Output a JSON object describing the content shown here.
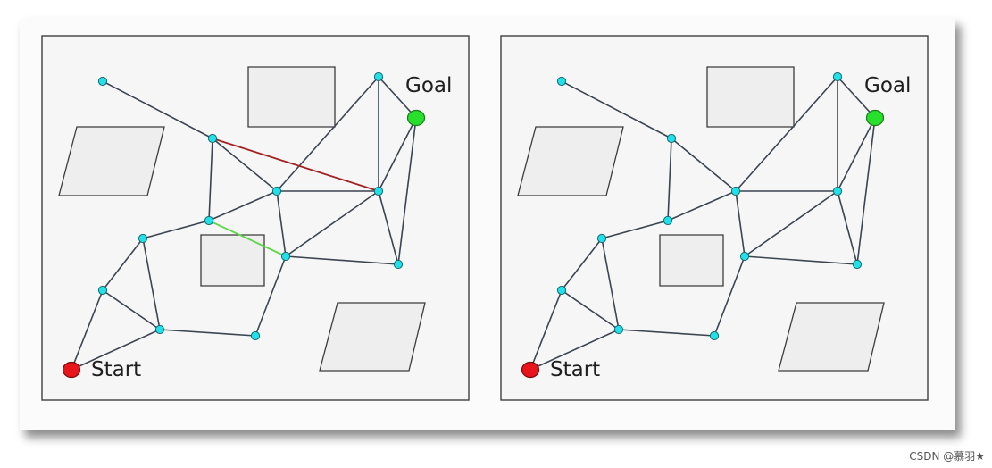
{
  "panels": [
    {
      "id": "left",
      "start_label": "Start",
      "goal_label": "Goal",
      "nodes": [
        {
          "id": "p1",
          "type": "node"
        },
        {
          "id": "q",
          "type": "node"
        },
        {
          "id": "e",
          "type": "node"
        },
        {
          "id": "f",
          "type": "node"
        },
        {
          "id": "n",
          "type": "node"
        },
        {
          "id": "k",
          "type": "node"
        },
        {
          "id": "r",
          "type": "node"
        },
        {
          "id": "s",
          "type": "node"
        },
        {
          "id": "a",
          "type": "node"
        },
        {
          "id": "b",
          "type": "node"
        },
        {
          "id": "c",
          "type": "node"
        },
        {
          "id": "d",
          "type": "node"
        },
        {
          "id": "start",
          "type": "start"
        },
        {
          "id": "goal",
          "type": "goal"
        }
      ],
      "edges": [
        [
          "p1",
          "q"
        ],
        [
          "q",
          "e"
        ],
        [
          "q",
          "f"
        ],
        [
          "e",
          "f"
        ],
        [
          "e",
          "a"
        ],
        [
          "f",
          "n"
        ],
        [
          "f",
          "k"
        ],
        [
          "f",
          "r"
        ],
        [
          "n",
          "k"
        ],
        [
          "n",
          "goal"
        ],
        [
          "k",
          "goal"
        ],
        [
          "k",
          "r"
        ],
        [
          "k",
          "s"
        ],
        [
          "r",
          "s"
        ],
        [
          "s",
          "goal"
        ],
        [
          "r",
          "d"
        ],
        [
          "a",
          "b"
        ],
        [
          "a",
          "c"
        ],
        [
          "b",
          "c"
        ],
        [
          "b",
          "start"
        ],
        [
          "c",
          "start"
        ],
        [
          "c",
          "d"
        ]
      ],
      "highlight_red": [
        "q",
        "k"
      ],
      "highlight_green": [
        "e",
        "r"
      ]
    },
    {
      "id": "right",
      "start_label": "Start",
      "goal_label": "Goal",
      "nodes": [
        {
          "id": "p1",
          "type": "node"
        },
        {
          "id": "q",
          "type": "node"
        },
        {
          "id": "e",
          "type": "node"
        },
        {
          "id": "f",
          "type": "node"
        },
        {
          "id": "n",
          "type": "node"
        },
        {
          "id": "k",
          "type": "node"
        },
        {
          "id": "r",
          "type": "node"
        },
        {
          "id": "s",
          "type": "node"
        },
        {
          "id": "a",
          "type": "node"
        },
        {
          "id": "b",
          "type": "node"
        },
        {
          "id": "c",
          "type": "node"
        },
        {
          "id": "d",
          "type": "node"
        },
        {
          "id": "start",
          "type": "start"
        },
        {
          "id": "goal",
          "type": "goal"
        }
      ],
      "edges": [
        [
          "p1",
          "q"
        ],
        [
          "q",
          "e"
        ],
        [
          "q",
          "f"
        ],
        [
          "e",
          "f"
        ],
        [
          "e",
          "a"
        ],
        [
          "f",
          "n"
        ],
        [
          "f",
          "k"
        ],
        [
          "f",
          "r"
        ],
        [
          "n",
          "k"
        ],
        [
          "n",
          "goal"
        ],
        [
          "k",
          "goal"
        ],
        [
          "k",
          "r"
        ],
        [
          "k",
          "s"
        ],
        [
          "r",
          "s"
        ],
        [
          "s",
          "goal"
        ],
        [
          "r",
          "d"
        ],
        [
          "a",
          "b"
        ],
        [
          "a",
          "c"
        ],
        [
          "b",
          "c"
        ],
        [
          "b",
          "start"
        ],
        [
          "c",
          "start"
        ],
        [
          "c",
          "d"
        ]
      ],
      "highlight_red": null,
      "highlight_green": null
    }
  ],
  "watermark": "CSDN @慕羽★",
  "colors": {
    "node": "#22e0e8",
    "start": "#e8141c",
    "goal": "#28e02c",
    "edge": "#3b4450",
    "highlight_red": "#a32020",
    "highlight_green": "#5dd84a"
  }
}
